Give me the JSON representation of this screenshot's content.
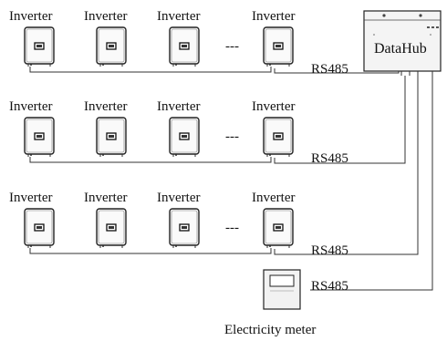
{
  "diagram": {
    "hub_label": "DataHub",
    "inverter_label": "Inverter",
    "ellipsis": "---",
    "rows": [
      {
        "labels": [
          "Inverter",
          "Inverter",
          "Inverter",
          "Inverter"
        ],
        "link_label": "RS485"
      },
      {
        "labels": [
          "Inverter",
          "Inverter",
          "Inverter",
          "Inverter"
        ],
        "link_label": "RS485"
      },
      {
        "labels": [
          "Inverter",
          "Inverter",
          "Inverter",
          "Inverter"
        ],
        "link_label": "RS485"
      }
    ],
    "meter": {
      "link_label": "RS485",
      "label": "Electricity meter"
    },
    "colors": {
      "line": "#333333",
      "device_stroke": "#222222",
      "hub_fill": "#f4f4f4",
      "meter_fill": "#f2f2f2"
    }
  }
}
